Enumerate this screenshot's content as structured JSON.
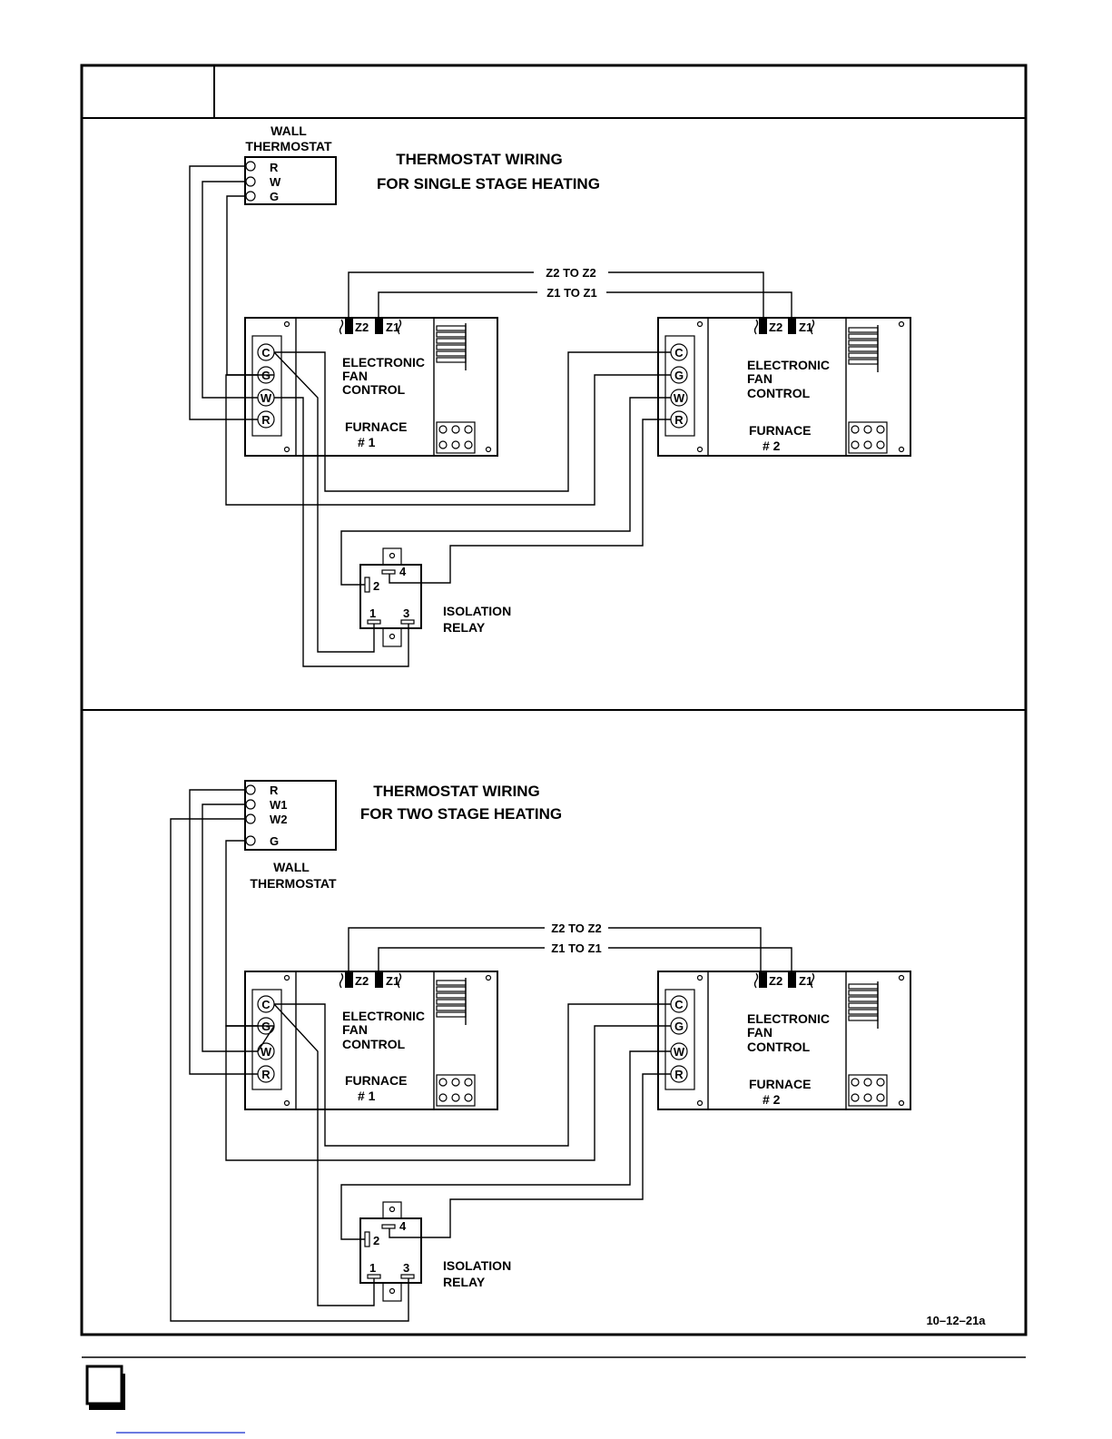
{
  "single_stage": {
    "title_line1": "THERMOSTAT WIRING",
    "title_line2": "FOR SINGLE STAGE HEATING",
    "thermostat_label_line1": "WALL",
    "thermostat_label_line2": "THERMOSTAT",
    "thermostat_terminals": [
      "R",
      "W",
      "G"
    ],
    "jumper_z2": "Z2 TO Z2",
    "jumper_z1": "Z1 TO Z1"
  },
  "two_stage": {
    "title_line1": "THERMOSTAT WIRING",
    "title_line2": "FOR TWO STAGE HEATING",
    "thermostat_label_line1": "WALL",
    "thermostat_label_line2": "THERMOSTAT",
    "thermostat_terminals": [
      "R",
      "W1",
      "W2",
      "G"
    ],
    "jumper_z2": "Z2 TO Z2",
    "jumper_z1": "Z1 TO Z1"
  },
  "fan_control": {
    "label_line1": "ELECTRONIC",
    "label_line2": "FAN",
    "label_line3": "CONTROL",
    "zone_z2": "Z2",
    "zone_z1": "Z1",
    "terminals": [
      "C",
      "G",
      "W",
      "R"
    ]
  },
  "furnace1": {
    "line1": "FURNACE",
    "line2": "# 1"
  },
  "furnace2": {
    "line1": "FURNACE",
    "line2": "# 2"
  },
  "relay": {
    "label_line1": "ISOLATION",
    "label_line2": "RELAY",
    "pins": [
      "1",
      "2",
      "3",
      "4"
    ]
  },
  "figure_code": "10–12–21a"
}
